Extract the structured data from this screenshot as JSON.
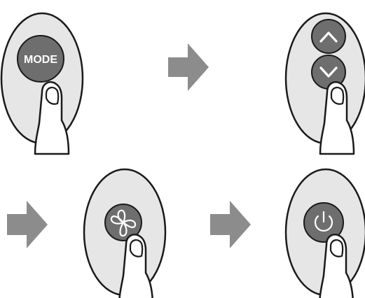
{
  "steps": [
    {
      "id": "step-1",
      "button": "mode",
      "label": "MODE"
    },
    {
      "id": "step-2",
      "button": "up-down"
    },
    {
      "id": "step-3",
      "button": "fan"
    },
    {
      "id": "step-4",
      "button": "power"
    }
  ],
  "colors": {
    "remote_body": "#e6e6e6",
    "button": "#6e6e6e",
    "arrow": "#8c8c8c",
    "outline": "#1a1a1a"
  }
}
